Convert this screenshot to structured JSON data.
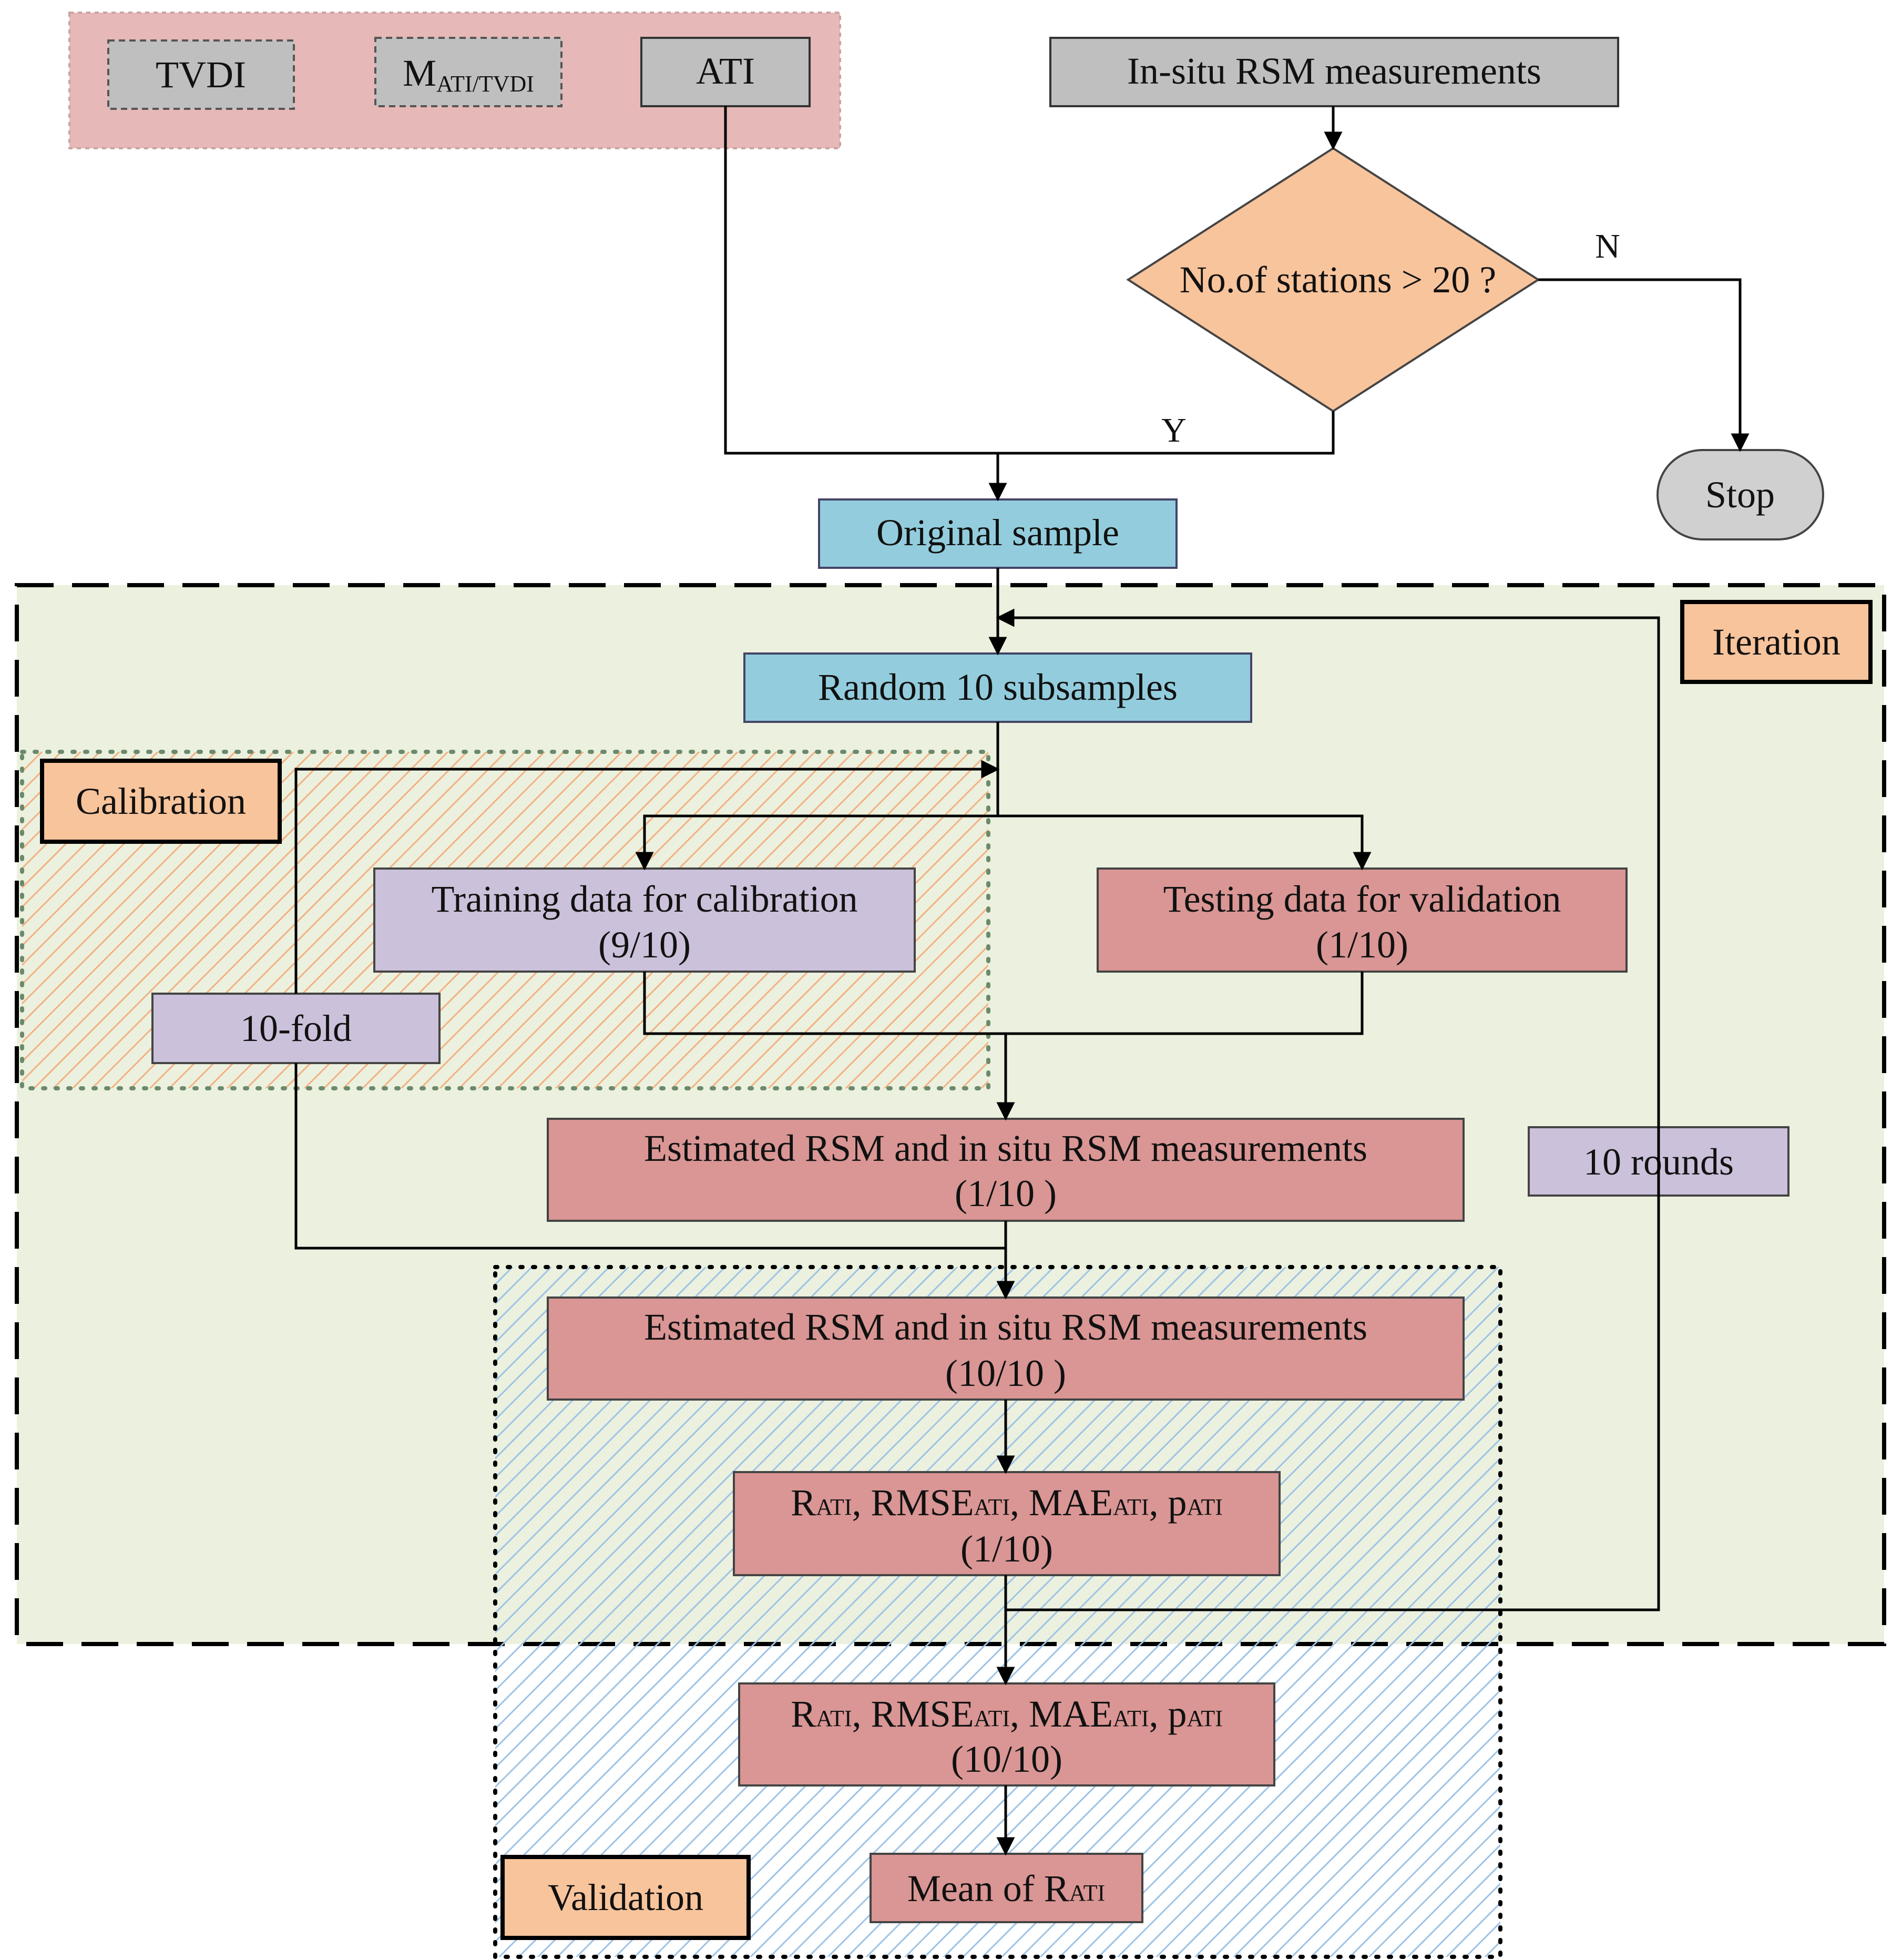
{
  "colors": {
    "input_group_fill": "#e6b8b7",
    "gray_box": "#bfbfbf",
    "decision": "#f8c49c",
    "cyan_box": "#93cddd",
    "purple_box": "#ccc1da",
    "red_box": "#d99694",
    "iteration_bg": "#ebf1de",
    "calibration_hatch": "#f4b183",
    "validation_hatch": "#9dc3e6",
    "label_box": "#f8c49c",
    "stop_fill": "#d0d0d0"
  },
  "inputs": {
    "tvdi": "TVDI",
    "m_main": "M",
    "m_sub": "ATI/TVDI",
    "ati": "ATI"
  },
  "insitu": "In-situ RSM measurements",
  "decision": "No.of stations > 20 ?",
  "branch_no": "N",
  "branch_yes": "Y",
  "stop": "Stop",
  "original_sample": "Original sample",
  "random_subsamples": "Random 10 subsamples",
  "iteration_label": "Iteration",
  "calibration_label": "Calibration",
  "validation_label": "Validation",
  "training": {
    "line1": "Training data for calibration",
    "line2": "(9/10)"
  },
  "testing": {
    "line1": "Testing data for validation",
    "line2": "(1/10)"
  },
  "tenfold": "10-fold",
  "ten_rounds": "10 rounds",
  "estimated_1": {
    "line1": "Estimated RSM and in situ RSM measurements",
    "line2": "(1/10 )"
  },
  "estimated_10": {
    "line1": "Estimated RSM and in situ RSM measurements",
    "line2": "(10/10 )"
  },
  "metrics": {
    "r": "R",
    "rmse": "RMSE",
    "mae": "MAE",
    "p": "p",
    "sub": "ATI",
    "sep": ", ",
    "fraction_1": "(1/10)",
    "fraction_10": "(10/10)"
  },
  "mean": {
    "prefix": "Mean of R",
    "sub": "ATI"
  }
}
